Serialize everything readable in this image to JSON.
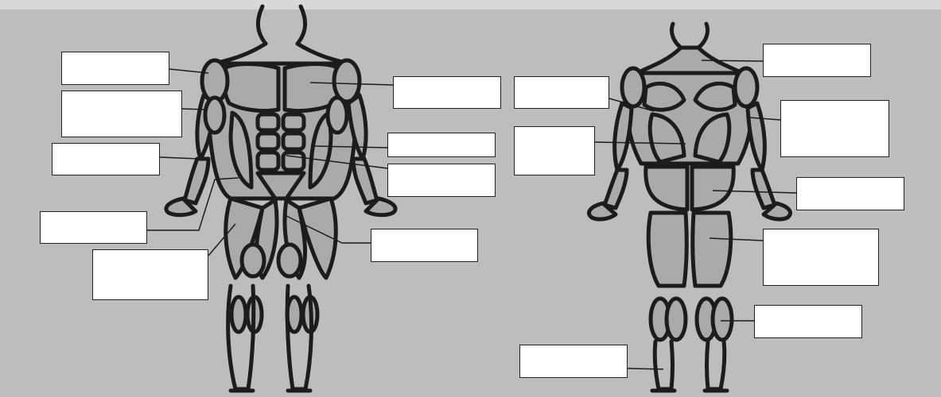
{
  "worksheet": {
    "title": "",
    "colors": {
      "paper": "#b9b9b9",
      "ink": "#1c1c1c",
      "muscle": "#a9a9a9",
      "box": "#ffffff"
    },
    "front_view": {
      "labels": [
        {
          "id": "deltoid",
          "text": ""
        },
        {
          "id": "biceps",
          "text": ""
        },
        {
          "id": "forearm",
          "text": ""
        },
        {
          "id": "sartorius",
          "text": ""
        },
        {
          "id": "quadriceps",
          "text": ""
        },
        {
          "id": "pectoral",
          "text": ""
        },
        {
          "id": "external-oblique",
          "text": ""
        },
        {
          "id": "rectus-abdominis",
          "text": ""
        },
        {
          "id": "adductor",
          "text": ""
        }
      ]
    },
    "back_view": {
      "labels": [
        {
          "id": "trapezius",
          "text": ""
        },
        {
          "id": "triceps",
          "text": ""
        },
        {
          "id": "gluteus",
          "text": ""
        },
        {
          "id": "hamstrings",
          "text": ""
        },
        {
          "id": "gastrocnemius",
          "text": ""
        },
        {
          "id": "infraspinatus",
          "text": ""
        },
        {
          "id": "latissimus-dorsi",
          "text": ""
        },
        {
          "id": "achilles",
          "text": ""
        }
      ]
    }
  }
}
